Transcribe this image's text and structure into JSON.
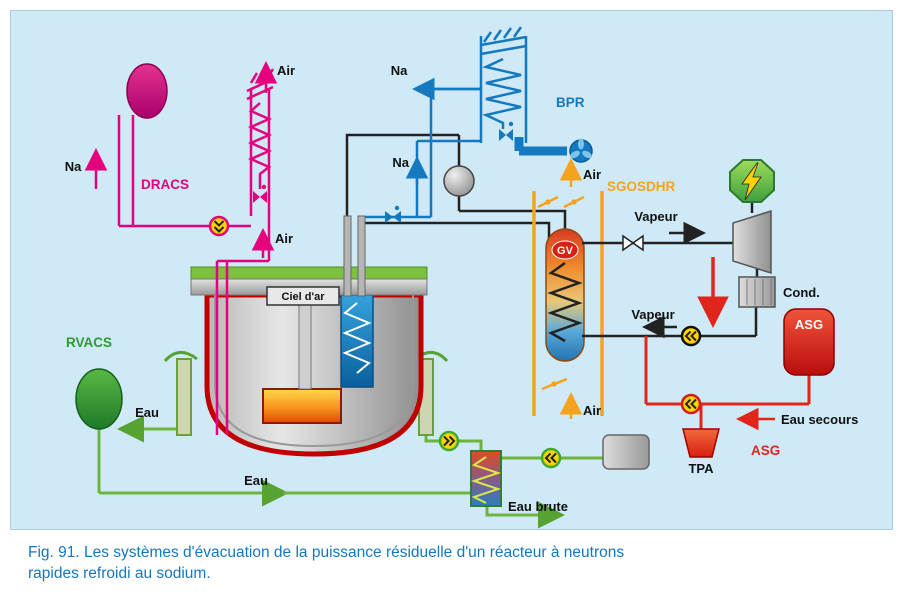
{
  "figure": {
    "caption_line1": "Fig. 91. Les systèmes d'évacuation de la puissance résiduelle d'un réacteur à neutrons",
    "caption_line2": "rapides refroidi au sodium."
  },
  "labels": {
    "dracs": "DRACS",
    "bpr": "BPR",
    "rvacs": "RVACS",
    "sgosdhr": "SGOSDHR",
    "asg_system": "ASG",
    "asg_tank": "ASG",
    "gv": "GV",
    "tpa": "TPA",
    "cond": "Cond.",
    "ciel": "Ciel d'ar",
    "na_dracs": "Na",
    "na_bpr_top": "Na",
    "na_bpr_mid": "Na",
    "air_dracs_top": "Air",
    "air_dracs_bottom": "Air",
    "air_sg_top": "Air",
    "air_sg_bottom": "Air",
    "vapeur_top": "Vapeur",
    "vapeur_bottom": "Vapeur",
    "eau_rvacs": "Eau",
    "eau_loop": "Eau",
    "eau_brute": "Eau brute",
    "eau_secours": "Eau secours"
  },
  "colors": {
    "panel_background": "#cfe9f6",
    "magenta": "#e5007d",
    "blue": "#1479bf",
    "green_dark": "#2e9b34",
    "green_light": "#6cb33f",
    "orange": "#f5a21f",
    "red": "#e0251b",
    "pump_yellow": "#ffd200",
    "caption_blue": "#1577bd"
  }
}
